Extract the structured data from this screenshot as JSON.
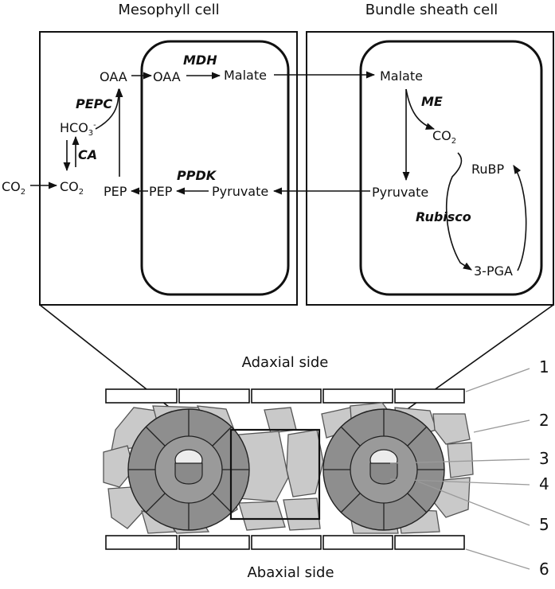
{
  "panels": {
    "mesophyll_title": "Mesophyll cell",
    "bundle_sheath_title": "Bundle sheath cell"
  },
  "metabolites": {
    "oaa_outer": "OAA",
    "oaa_inner": "OAA",
    "malate_meso": "Malate",
    "malate_bs": "Malate",
    "hco3": "HCO",
    "hco3_sub": "3",
    "hco3_sup": "-",
    "co2_external": "CO",
    "co2_external_sub": "2",
    "co2_meso": "CO",
    "co2_meso_sub": "2",
    "pep_outer": "PEP",
    "pep_inner": "PEP",
    "pyruvate_meso": "Pyruvate",
    "pyruvate_bs": "Pyruvate",
    "co2_bs": "CO",
    "co2_bs_sub": "2",
    "rubp": "RuBP",
    "pga": "3-PGA"
  },
  "enzymes": {
    "mdh": "MDH",
    "pepc": "PEPC",
    "ca": "CA",
    "ppdk": "PPDK",
    "me": "ME",
    "rubisco": "Rubisco"
  },
  "leaf": {
    "adaxial": "Adaxial side",
    "abaxial": "Abaxial side",
    "labels": [
      "1",
      "2",
      "3",
      "4",
      "5",
      "6"
    ]
  },
  "colors": {
    "mesophyll_fill": "#c9c9c9",
    "bundle_sheath_fill": "#8e8e8e",
    "vein_fill": "#8a8a8a",
    "xylem_fill": "#ececec"
  }
}
